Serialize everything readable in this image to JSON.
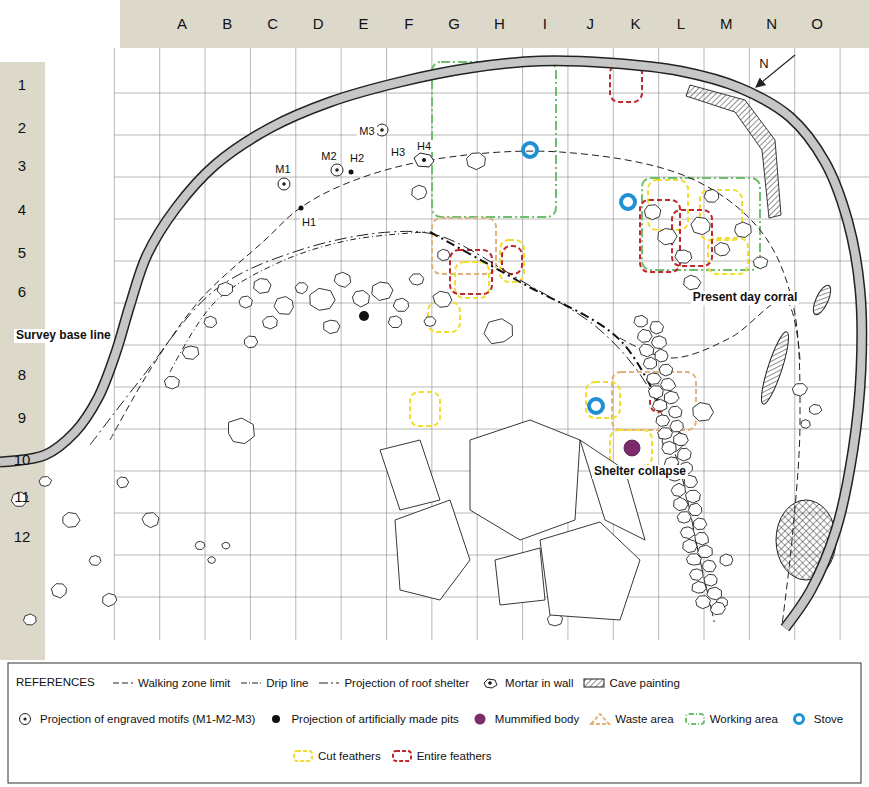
{
  "diagram": {
    "labels": [
      "A",
      "B",
      "C",
      "D",
      "E",
      "F",
      "G",
      "H",
      "I",
      "J",
      "K",
      "L",
      "M",
      "N",
      "O",
      "1",
      "2",
      "3",
      "4",
      "5",
      "6",
      "7",
      "8",
      "9",
      "10",
      "11",
      "12",
      "N",
      "M1",
      "M2",
      "M3",
      "H1",
      "H2",
      "H3",
      "H4",
      "Survey base line",
      "Present day corral",
      "Shelter collapse",
      "REFERENCES"
    ],
    "legend": [
      {
        "text": "Walking zone limit"
      },
      {
        "text": "Drip line"
      },
      {
        "text": "Projection of roof shelter"
      },
      {
        "text": "Mortar in wall"
      },
      {
        "text": "Cave painting"
      },
      {
        "text": "Projection of engraved motifs (M1-M2-M3)"
      },
      {
        "text": "Projection of artificially made pits"
      },
      {
        "text": "Mummified body",
        "color": "#7b2c69"
      },
      {
        "text": "Waste area"
      },
      {
        "text": "Working area"
      },
      {
        "text": "Stove"
      },
      {
        "text": "Cut feathers"
      },
      {
        "text": "Entire feathers"
      }
    ]
  }
}
